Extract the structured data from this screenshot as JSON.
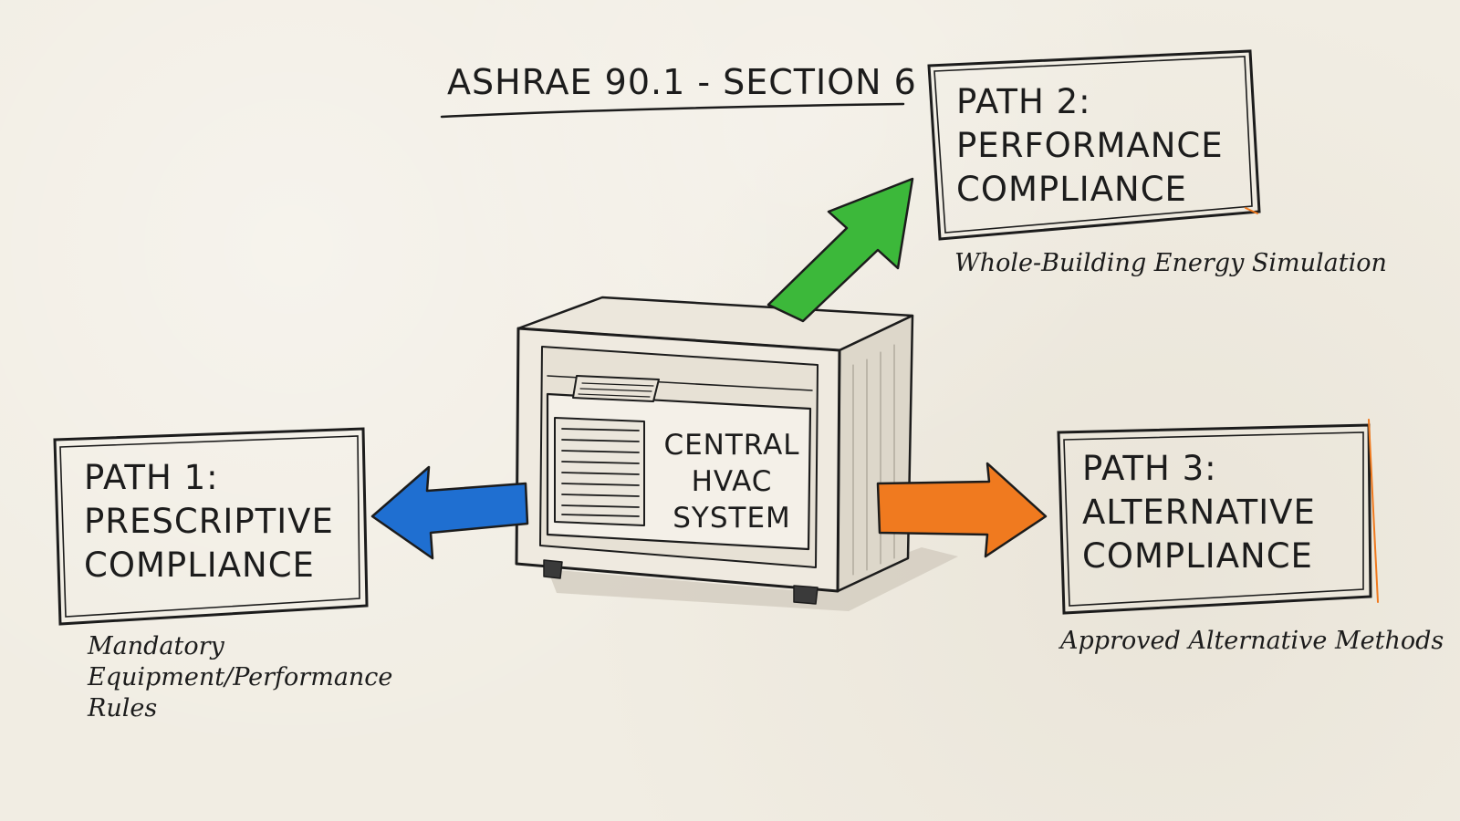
{
  "title": "ASHRAE 90.1 - SECTION 6",
  "center": {
    "lines": [
      "CENTRAL",
      "HVAC",
      "SYSTEM"
    ]
  },
  "paths": [
    {
      "id": "path1",
      "line1": "PATH 1:",
      "line2": "PRESCRIPTIVE",
      "line3": "COMPLIANCE",
      "caption_lines": [
        "Mandatory",
        "Equipment/Performance",
        "Rules"
      ],
      "arrow_color": "#1f6fd1"
    },
    {
      "id": "path2",
      "line1": "PATH 2:",
      "line2": "PERFORMANCE",
      "line3": "COMPLIANCE",
      "caption_lines": [
        "Whole-Building Energy Simulation"
      ],
      "arrow_color": "#3cb83a"
    },
    {
      "id": "path3",
      "line1": "PATH 3:",
      "line2": "ALTERNATIVE",
      "line3": "COMPLIANCE",
      "caption_lines": [
        "Approved Alternative Methods"
      ],
      "arrow_color": "#f07a1f"
    }
  ],
  "colors": {
    "paper": "#f1ede3",
    "ink": "#1c1c1c",
    "blue_arrow": "#1f6fd1",
    "green_arrow": "#3cb83a",
    "orange_arrow": "#f07a1f"
  }
}
